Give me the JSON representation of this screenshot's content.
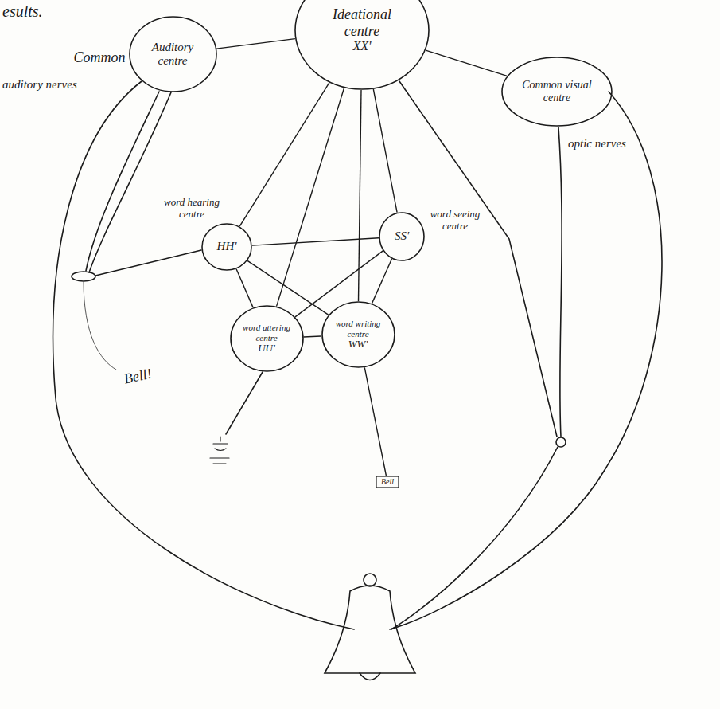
{
  "diagram": {
    "nodes": [
      {
        "text": [
          "Ideational centre",
          "XX'"
        ]
      },
      {
        "text": [
          "Common",
          "Auditory centre"
        ]
      },
      {
        "text": [
          "Common visual centre"
        ]
      },
      {
        "text": [
          "word hearing centre",
          "HH'"
        ]
      },
      {
        "text": [
          "word seeing centre",
          "SS'"
        ]
      },
      {
        "text": [
          "word uttering centre",
          "UU'"
        ]
      },
      {
        "text": [
          "word writing centre",
          "WW'"
        ]
      },
      {
        "text": [
          "Bell"
        ]
      }
    ],
    "edges": [
      {
        "from": 0,
        "to": 1,
        "arrow": "none"
      },
      {
        "from": 0,
        "to": 2,
        "arrow": "none"
      },
      {
        "from": 0,
        "to": 3,
        "arrow": "none"
      },
      {
        "from": 0,
        "to": 4,
        "arrow": "none"
      },
      {
        "from": 0,
        "to": 5,
        "arrow": "none"
      },
      {
        "from": 0,
        "to": 6,
        "arrow": "none"
      },
      {
        "from": 3,
        "to": 4,
        "arrow": "none"
      },
      {
        "from": 3,
        "to": 5,
        "arrow": "none"
      },
      {
        "from": 3,
        "to": 6,
        "arrow": "none"
      },
      {
        "from": 4,
        "to": 5,
        "arrow": "none"
      },
      {
        "from": 4,
        "to": 6,
        "arrow": "none"
      },
      {
        "from": 5,
        "to": 6,
        "arrow": "none"
      },
      {
        "from": 6,
        "to": 7,
        "arrow": "none"
      }
    ],
    "labels": [
      "esults.",
      "auditory nerves",
      "optic nerves",
      "Bell!"
    ]
  }
}
